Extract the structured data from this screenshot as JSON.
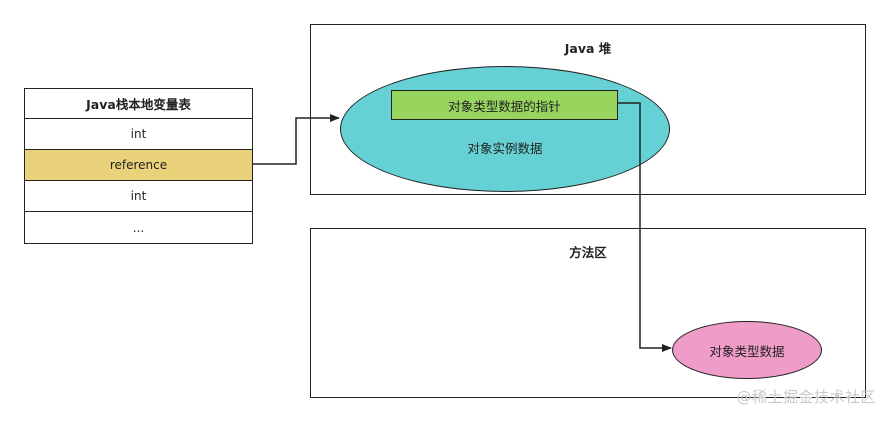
{
  "stack_table": {
    "header": "Java栈本地变量表",
    "rows": [
      "int",
      "reference",
      "int",
      "..."
    ]
  },
  "heap": {
    "title": "Java 堆",
    "pointer_label": "对象类型数据的指针",
    "instance_label": "对象实例数据"
  },
  "method_area": {
    "title": "方法区",
    "type_data_label": "对象类型数据"
  },
  "watermark": "@稀土掘金技术社区",
  "colors": {
    "reference_row": "#ead27a",
    "heap_ellipse": "#66d1d4",
    "pointer_box": "#97d55e",
    "type_ellipse": "#f09cc8"
  }
}
